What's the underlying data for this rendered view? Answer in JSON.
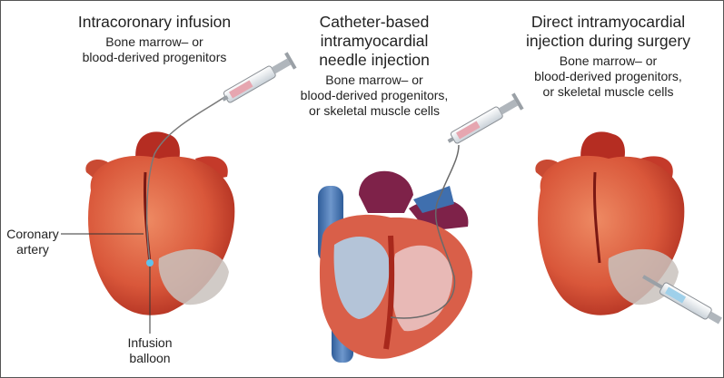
{
  "panels": [
    {
      "title_lines": [
        "Intracoronary infusion"
      ],
      "sub_lines": [
        "Bone marrow– or",
        "blood-derived progenitors"
      ]
    },
    {
      "title_lines": [
        "Catheter-based",
        "intramyocardial",
        "needle injection"
      ],
      "sub_lines": [
        "Bone marrow– or",
        "blood-derived progenitors,",
        "or skeletal muscle cells"
      ]
    },
    {
      "title_lines": [
        "Direct intramyocardial",
        "injection during surgery"
      ],
      "sub_lines": [
        "Bone marrow– or",
        "blood-derived progenitors,",
        "or skeletal muscle cells"
      ]
    }
  ],
  "labels": {
    "coronary_artery": [
      "Coronary",
      "artery"
    ],
    "infusion_balloon": [
      "Infusion",
      "balloon"
    ]
  },
  "colors": {
    "heart_muscle": "#d9573a",
    "heart_dark": "#a8281c",
    "vein_blue": "#3f6fae",
    "pale_region": "#c9c2bd",
    "syringe_barrel": "#eef1f4",
    "syringe_fluid": "#3a97c4"
  }
}
